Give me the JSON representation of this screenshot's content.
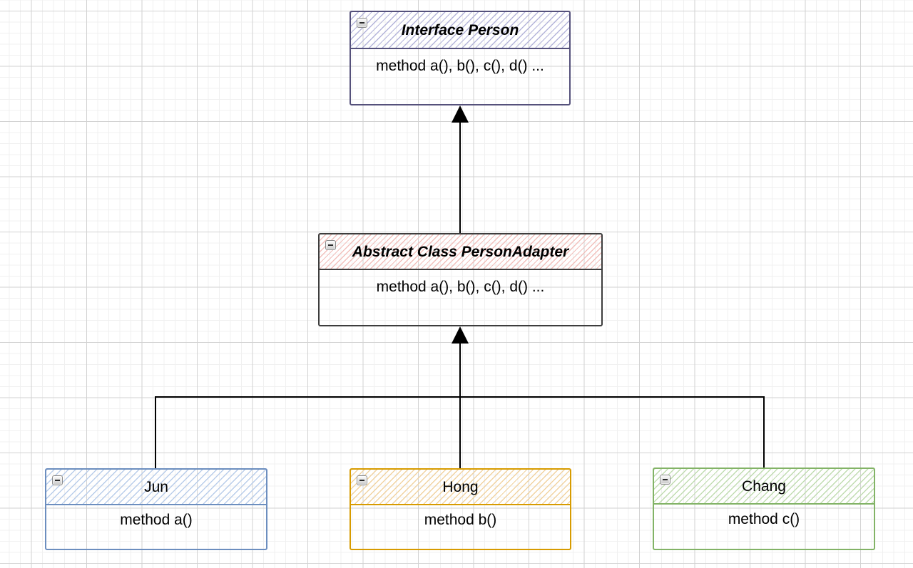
{
  "diagram": {
    "type": "uml-class-diagram",
    "canvas": {
      "background": "#ffffff",
      "grid_minor_color": "#f0f0f0",
      "grid_major_color": "#d2d2d2"
    },
    "nodes": [
      {
        "title": "Interface Person",
        "body": "method a(), b(), c(), d() ...",
        "title_emphasis": "bold-italic",
        "border_color": "#55517b",
        "hatch_color": "#b4b4da",
        "collapse_icon": "minus"
      },
      {
        "title": "Abstract Class PersonAdapter",
        "body": "method a(), b(), c(), d() ...",
        "title_emphasis": "bold-italic",
        "border_color": "#3d3d3d",
        "hatch_color": "#f2c0bc",
        "collapse_icon": "minus"
      },
      {
        "title": "Jun",
        "body": "method a()",
        "title_emphasis": "normal",
        "border_color": "#6c8ebf",
        "hatch_color": "#b9cdea",
        "collapse_icon": "minus"
      },
      {
        "title": "Hong",
        "body": "method b()",
        "title_emphasis": "normal",
        "border_color": "#d79b00",
        "hatch_color": "#f1d3a1",
        "collapse_icon": "minus"
      },
      {
        "title": "Chang",
        "body": "method c()",
        "title_emphasis": "normal",
        "border_color": "#82b366",
        "hatch_color": "#c0dcb0",
        "collapse_icon": "minus"
      }
    ],
    "edges": [
      {
        "from": "Abstract Class PersonAdapter",
        "to": "Interface Person",
        "style": "solid-line-filled-triangle-arrowhead"
      },
      {
        "from": "Jun",
        "to": "Abstract Class PersonAdapter",
        "style": "solid-line-filled-triangle-arrowhead"
      },
      {
        "from": "Hong",
        "to": "Abstract Class PersonAdapter",
        "style": "solid-line-filled-triangle-arrowhead"
      },
      {
        "from": "Chang",
        "to": "Abstract Class PersonAdapter",
        "style": "solid-line-filled-triangle-arrowhead"
      }
    ]
  }
}
